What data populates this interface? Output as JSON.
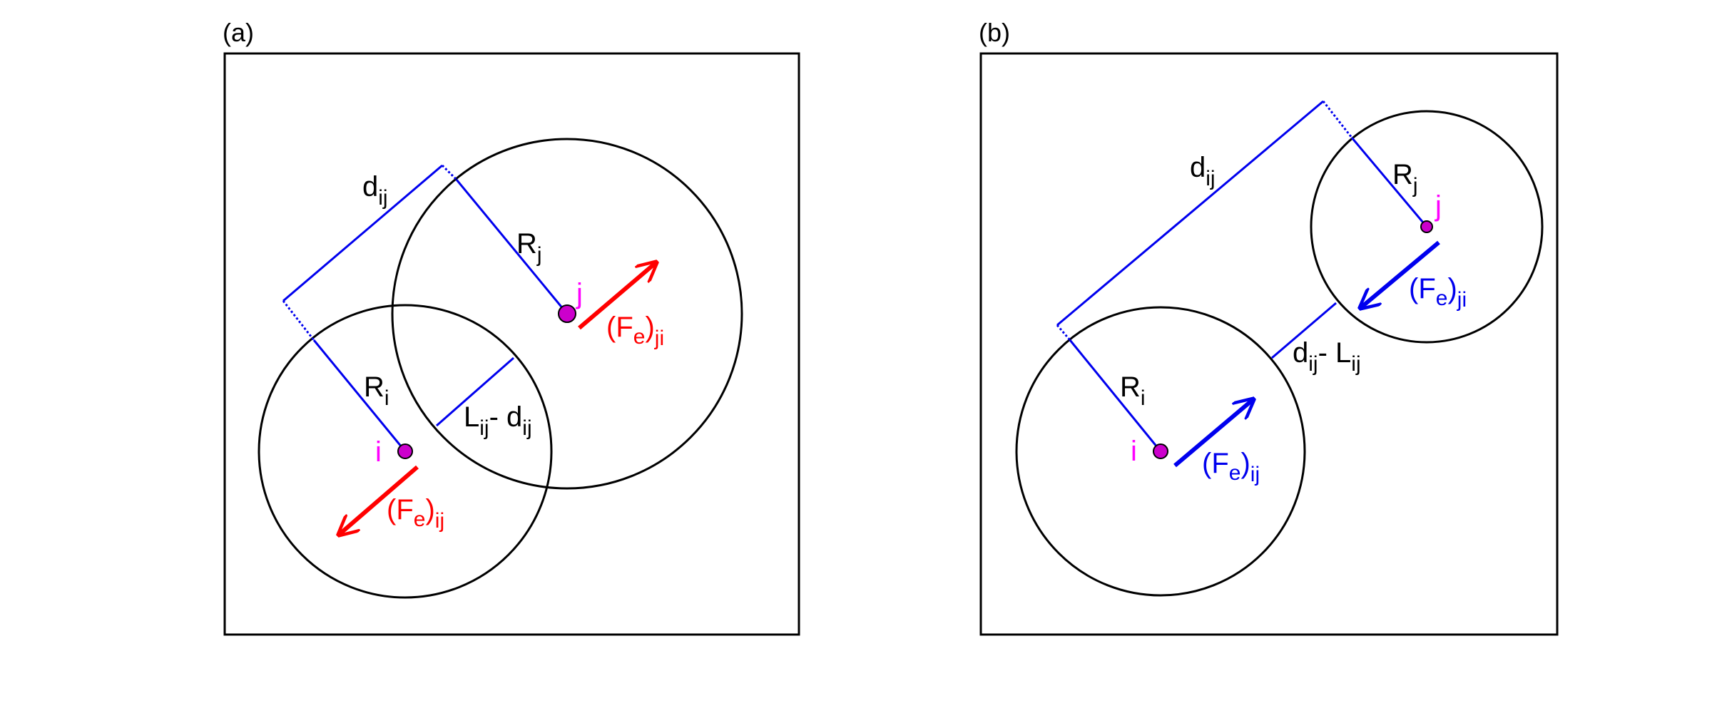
{
  "colors": {
    "circle": "#000000",
    "frame": "#000000",
    "distance_line": "#0000ee",
    "particle_fill": "#cc00cc",
    "particle_label": "#ff00ff",
    "force_repulsive": "#ff0000",
    "force_attractive": "#0000ee",
    "text": "#000000"
  },
  "panels": [
    {
      "label": "(a)",
      "particle_i": "i",
      "particle_j": "j",
      "d_label": {
        "base": "d",
        "sub": "ij"
      },
      "ri_label": {
        "base": "R",
        "sub": "i"
      },
      "rj_label": {
        "base": "R",
        "sub": "j"
      },
      "gap_label": {
        "a": "L",
        "a_sub": "ij",
        "op": "- ",
        "b": "d",
        "b_sub": "ij"
      },
      "force_i_label": {
        "open": "(F",
        "sub1": "e",
        "close": ")",
        "sub2": "ij"
      },
      "force_j_label": {
        "open": "(F",
        "sub1": "e",
        "close": ")",
        "sub2": "ji"
      }
    },
    {
      "label": "(b)",
      "particle_i": "i",
      "particle_j": "j",
      "d_label": {
        "base": "d",
        "sub": "ij"
      },
      "ri_label": {
        "base": "R",
        "sub": "i"
      },
      "rj_label": {
        "base": "R",
        "sub": "j"
      },
      "gap_label": {
        "a": "d",
        "a_sub": "ij",
        "op": "- ",
        "b": "L",
        "b_sub": "ij"
      },
      "force_i_label": {
        "open": "(F",
        "sub1": "e",
        "close": ")",
        "sub2": "ij"
      },
      "force_j_label": {
        "open": "(F",
        "sub1": "e",
        "close": ")",
        "sub2": "ji"
      }
    }
  ]
}
